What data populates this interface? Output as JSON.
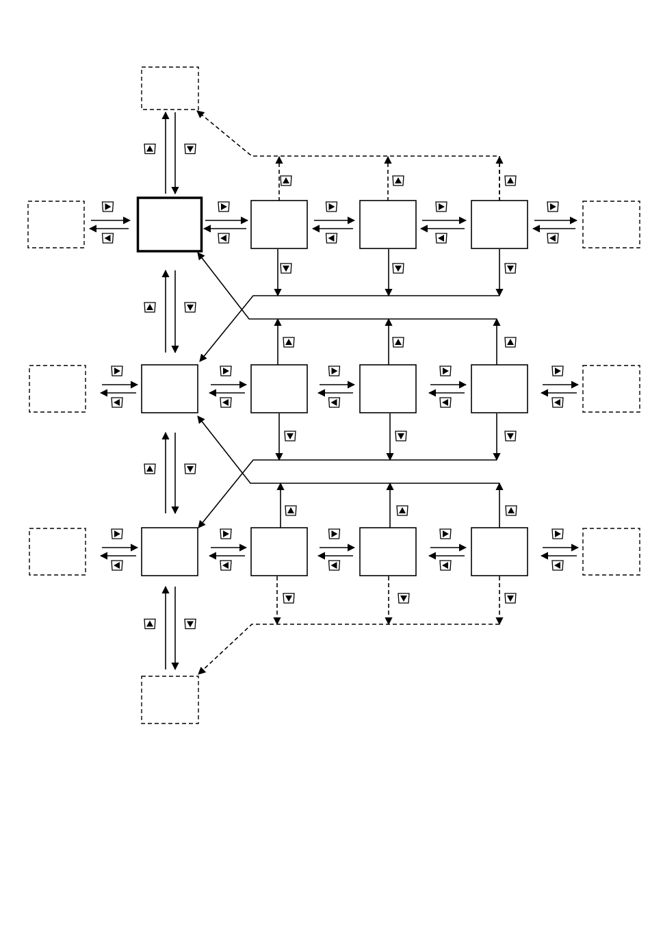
{
  "diagram": {
    "description_hidden": "",
    "grid": {
      "rows": 3,
      "cols": 4
    },
    "primary_cell": {
      "row": 0,
      "col": 0
    },
    "keys": {
      "up": "up-key-icon",
      "down": "down-key-icon",
      "left": "left-key-icon",
      "right": "right-key-icon"
    },
    "colors": {
      "line": "#000000",
      "fill": "#ffffff"
    }
  }
}
